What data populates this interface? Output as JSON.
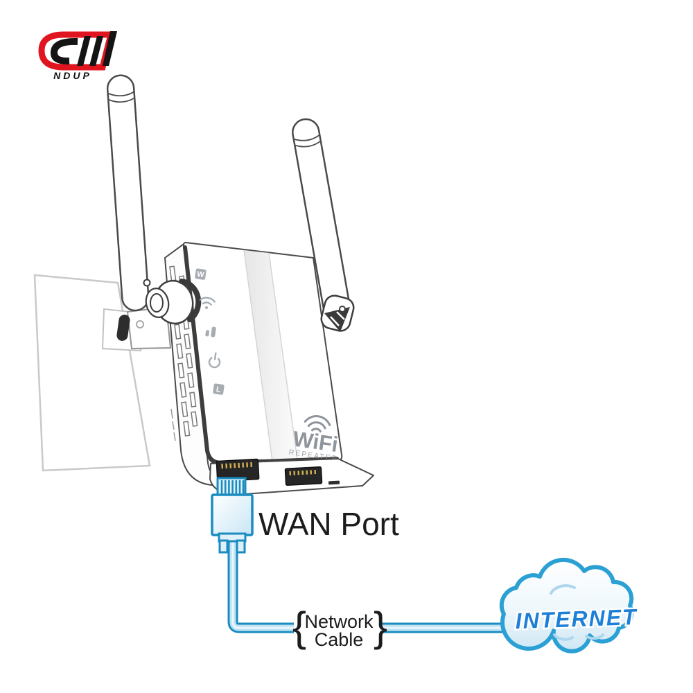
{
  "brand": {
    "name": "NDUP"
  },
  "device": {
    "logo_title": "WiFi",
    "logo_subtitle": "REPEATER",
    "led_w": "W",
    "led_l": "L",
    "led_icons": [
      "wps-led-icon",
      "wifi-led-icon",
      "signal-led-icon",
      "power-led-icon",
      "lan-led-icon"
    ]
  },
  "labels": {
    "wan_port": "WAN Port",
    "network": "Network",
    "cable": "Cable",
    "brace_left": "{",
    "brace_right": "}",
    "internet": "INTERNET"
  },
  "colors": {
    "brand_red": "#e0151f",
    "ink": "#1c1c1c",
    "outline_gray": "#4a4a4a",
    "led_gray": "#a6acb2",
    "logo_gray": "#8f959b",
    "cable_blue": "#1b8cc0",
    "cable_fill": "#bfe2f4",
    "cloud_blue": "#2ba0d4",
    "internet_text_blue": "#1d7fd6",
    "port_dark": "#262626",
    "pin_gold": "#d4b054"
  }
}
